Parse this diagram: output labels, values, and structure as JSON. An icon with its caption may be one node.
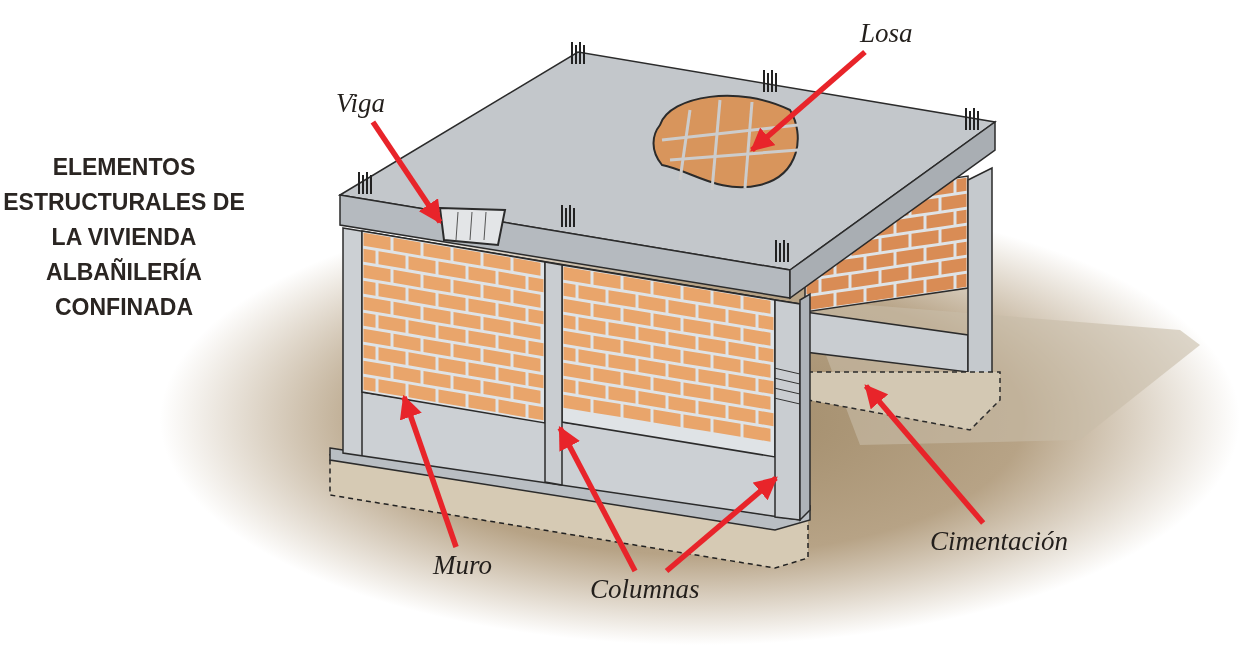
{
  "diagram": {
    "title": "ELEMENTOS ESTRUCTURALES DE LA VIVIENDA ALBAÑILERÍA CONFINADA",
    "nodes": [
      {
        "text": [
          "Losa"
        ]
      },
      {
        "text": [
          "Viga"
        ]
      },
      {
        "text": [
          "Muro"
        ]
      },
      {
        "text": [
          "Columnas"
        ]
      },
      {
        "text": [
          "Cimentación"
        ]
      },
      {
        "text": [],
        "shape": "picture"
      },
      {
        "text": [],
        "shape": "picture"
      },
      {
        "text": [],
        "shape": "picture"
      },
      {
        "text": [],
        "shape": "box"
      },
      {
        "text": [],
        "shape": "picture"
      },
      {
        "text": [],
        "shape": "box"
      }
    ],
    "edges": [
      {
        "from": 0,
        "to": 5,
        "arrow": "to"
      },
      {
        "from": 1,
        "to": 6,
        "arrow": "to"
      },
      {
        "from": 2,
        "to": 7,
        "arrow": "to"
      },
      {
        "from": 3,
        "to": 8,
        "arrow": "to"
      },
      {
        "from": 3,
        "to": 9,
        "arrow": "to"
      },
      {
        "from": 4,
        "to": 10,
        "arrow": "to"
      }
    ]
  }
}
